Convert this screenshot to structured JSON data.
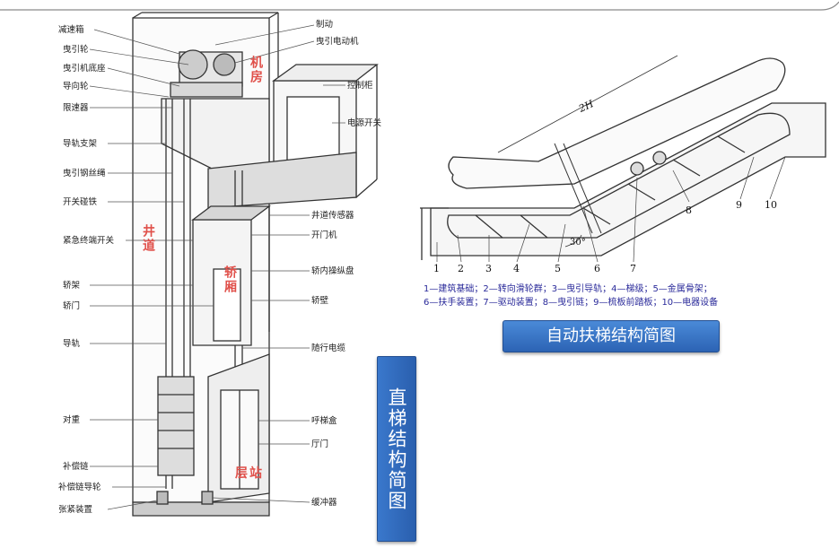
{
  "elevator": {
    "labels": [
      {
        "id": "reducer",
        "text": "减速箱"
      },
      {
        "id": "traction-sheave",
        "text": "曳引轮"
      },
      {
        "id": "machine-base",
        "text": "曳引机底座"
      },
      {
        "id": "guide-pulley",
        "text": "导向轮"
      },
      {
        "id": "speed-limiter",
        "text": "限速器"
      },
      {
        "id": "rail-bracket",
        "text": "导轨支架"
      },
      {
        "id": "traction-rope",
        "text": "曳引钢丝绳"
      },
      {
        "id": "switch-cam",
        "text": "开关碰铁"
      },
      {
        "id": "terminal-switch",
        "text": "紧急终端开关"
      },
      {
        "id": "car-frame",
        "text": "轿架"
      },
      {
        "id": "car-door",
        "text": "轿门"
      },
      {
        "id": "guide-rail",
        "text": "导轨"
      },
      {
        "id": "counterweight",
        "text": "对重"
      },
      {
        "id": "comp-chain",
        "text": "补偿链"
      },
      {
        "id": "comp-guide",
        "text": "补偿链导轮"
      },
      {
        "id": "tension-device",
        "text": "张紧装置"
      },
      {
        "id": "brake",
        "text": "制动"
      },
      {
        "id": "motor",
        "text": "曳引电动机"
      },
      {
        "id": "control-cabinet",
        "text": "控制柜"
      },
      {
        "id": "power-switch",
        "text": "电源开关"
      },
      {
        "id": "shaft-sensor",
        "text": "井道传感器"
      },
      {
        "id": "door-operator",
        "text": "开门机"
      },
      {
        "id": "car-panel",
        "text": "轿内操纵盘"
      },
      {
        "id": "car-wall",
        "text": "轿壁"
      },
      {
        "id": "travel-cable",
        "text": "随行电缆"
      },
      {
        "id": "call-box",
        "text": "呼梯盒"
      },
      {
        "id": "hall-door",
        "text": "厅门"
      },
      {
        "id": "buffer",
        "text": "缓冲器"
      }
    ],
    "areas": {
      "machine_room": "机房",
      "shaft": "井道",
      "car": "轿厢",
      "landing": "层站"
    },
    "title": "直梯结构简图"
  },
  "escalator": {
    "dimension": "2H",
    "angle": "30°",
    "numbers": [
      "1",
      "2",
      "3",
      "4",
      "5",
      "6",
      "7",
      "8",
      "9",
      "10"
    ],
    "legend_line1": "1—建筑基础；2—转向滑轮群；3—曳引导轨；4—梯级；5—金属骨架；",
    "legend_line2": "6—扶手装置；7—驱动装置；8—曳引链；9—梳板前踏板；10—电器设备",
    "title": "自动扶梯结构简图"
  },
  "colors": {
    "accent_blue": "#2c63b4",
    "red_label": "#e0504a",
    "legend_blue": "#2a2a9a"
  }
}
